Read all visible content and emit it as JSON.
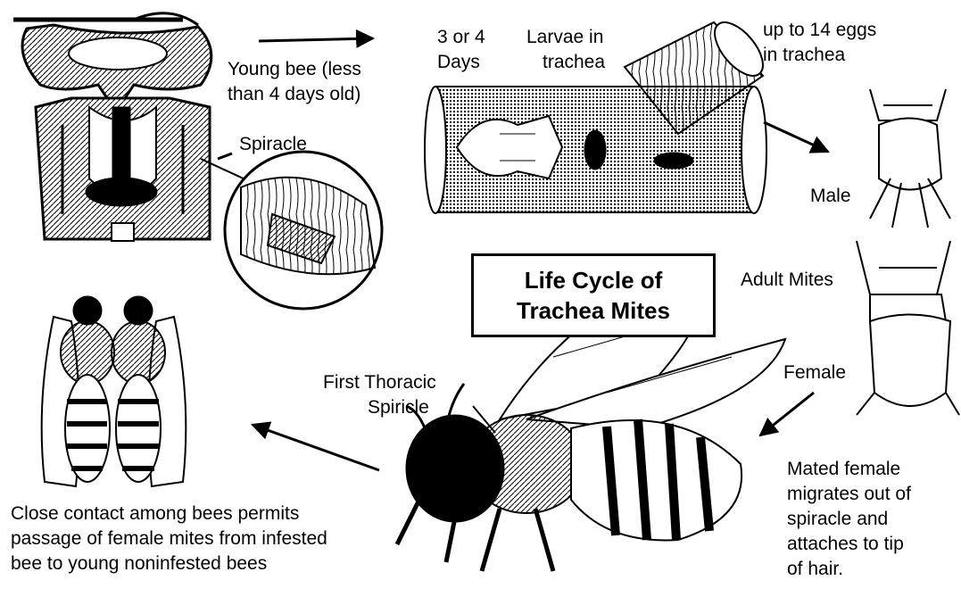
{
  "diagram": {
    "title_line1": "Life Cycle of",
    "title_line2": "Trachea Mites",
    "labels": {
      "young_bee_1": "Young bee (less",
      "young_bee_2": "than 4 days old)",
      "spiracle": "Spiracle",
      "days_1": "3 or 4",
      "days_2": "Days",
      "larvae_1": "Larvae in",
      "larvae_2": "trachea",
      "eggs_1": "up to 14 eggs",
      "eggs_2": "in trachea",
      "male": "Male",
      "adult_mites": "Adult Mites",
      "female": "Female",
      "thoracic_1": "First Thoracic",
      "thoracic_2": "Spiricle",
      "mated_1": "Mated female",
      "mated_2": "migrates out of",
      "mated_3": "spiracle and",
      "mated_4": "attaches to tip",
      "mated_5": "of hair.",
      "contact_1": "Close contact among bees permits",
      "contact_2": "passage of female mites from infested",
      "contact_3": "bee to young noninfested bees"
    }
  }
}
